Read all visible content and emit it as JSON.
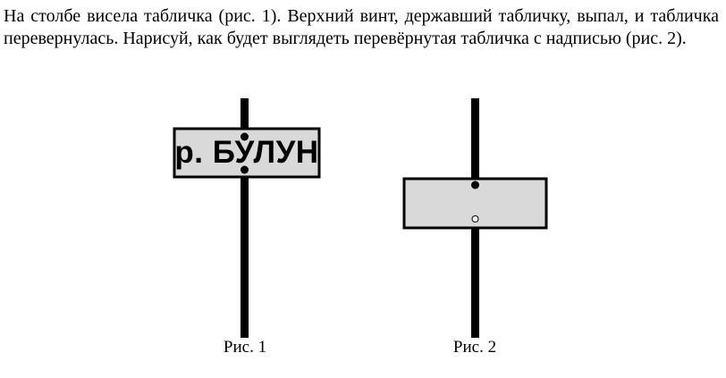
{
  "problem": {
    "text": "На столбе висела табличка (рис. 1). Верхний винт, державший табличку, выпал, и табличка перевернулась. Нарисуй, как будет выглядеть перевёрнутая табличка с надписью (рис. 2)."
  },
  "figure1": {
    "sign_text": "р. БУЛУН",
    "caption": "Рис. 1"
  },
  "figure2": {
    "caption": "Рис. 2"
  },
  "colors": {
    "sign_fill": "#d9d9d9",
    "post": "#000000",
    "outline": "#000000"
  }
}
